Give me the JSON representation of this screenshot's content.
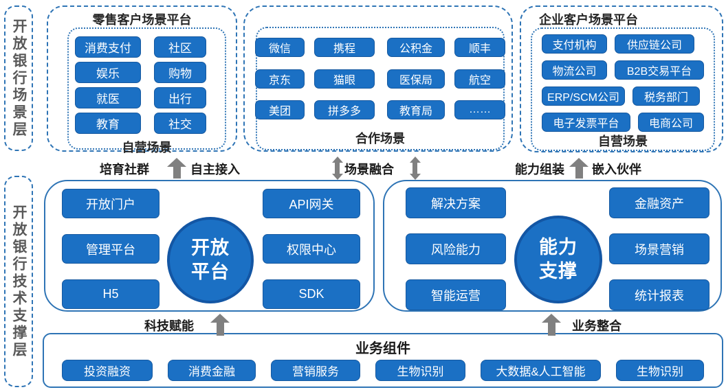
{
  "layer_labels": {
    "scene": "开放银行场景层",
    "tech": "开放银行技术支撑层"
  },
  "retail": {
    "title": "零售客户场景平台",
    "items": [
      "消费支付",
      "社区",
      "娱乐",
      "购物",
      "就医",
      "出行",
      "教育",
      "社交"
    ],
    "footer": "自营场景"
  },
  "partner": {
    "left_items": [
      "微信",
      "携程",
      "京东",
      "猫眼",
      "美团",
      "拼多多"
    ],
    "right_items": [
      "公积金",
      "顺丰",
      "医保局",
      "航空",
      "教育局",
      "……"
    ],
    "footer": "合作场景"
  },
  "enterprise": {
    "title": "企业客户场景平台",
    "items": [
      "支付机构",
      "供应链公司",
      "物流公司",
      "B2B交易平台",
      "ERP/SCM公司",
      "税务部门",
      "电子发票平台",
      "电商公司"
    ],
    "footer": "自营场景"
  },
  "flows_top": {
    "cultivate_community": "培育社群",
    "self_access": "自主接入",
    "scene_fusion": "场景融合",
    "capability_assembly": "能力组装",
    "embed_partner": "嵌入伙伴"
  },
  "open_platform": {
    "center": "开放平台",
    "left_items": [
      "开放门户",
      "管理平台",
      "H5"
    ],
    "right_items": [
      "API网关",
      "权限中心",
      "SDK"
    ]
  },
  "capability_support": {
    "center": "能力支撑",
    "left_items": [
      "解决方案",
      "风险能力",
      "智能运营"
    ],
    "right_items": [
      "金融资产",
      "场景营销",
      "统计报表"
    ]
  },
  "flows_bottom": {
    "tech_enable": "科技赋能",
    "business_integrate": "业务整合"
  },
  "components": {
    "title": "业务组件",
    "items": [
      "投资融资",
      "消费金融",
      "营销服务",
      "生物识别",
      "大数据&人工智能",
      "生物识别"
    ]
  },
  "colors": {
    "button_blue": "#1b70c4",
    "border_blue": "#2e74b5",
    "circle_ring_blue": "#1356a4",
    "arrow_gray": "#808080",
    "layer_label_gray": "#595959",
    "title_text": "#262626"
  }
}
